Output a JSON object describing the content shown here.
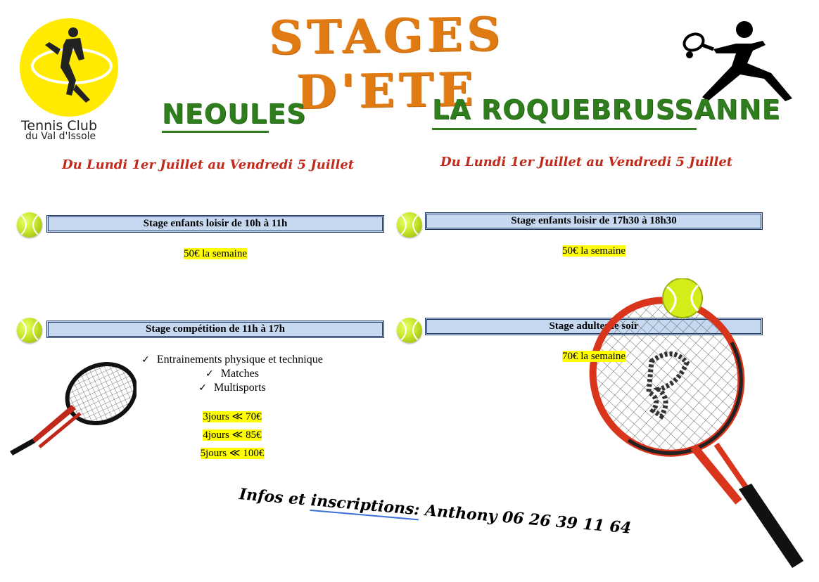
{
  "header": {
    "title": "STAGES D'ETE",
    "logo_line1": "Tennis Club",
    "logo_line2": "du Val d'Issole"
  },
  "left": {
    "town": "NEOULES",
    "dates": "Du Lundi 1er Juillet au Vendredi 5 Juillet",
    "stage1": {
      "label": "Stage enfants loisir de 10h à 11h",
      "price": "50€ la semaine"
    },
    "stage2": {
      "label": "Stage compétition de 11h à 17h",
      "items": [
        "Entrainements physique et technique",
        "Matches",
        "Multisports"
      ],
      "prices": [
        "3jours ≪ 70€",
        "4jours ≪ 85€",
        "5jours ≪ 100€"
      ]
    }
  },
  "right": {
    "town": "LA ROQUEBRUSSANNE",
    "dates": "Du Lundi 1er Juillet au Vendredi 5 Juillet",
    "stage1": {
      "label": "Stage enfants loisir de 17h30 à 18h30",
      "price": "50€ la semaine"
    },
    "stage2": {
      "label": "Stage adultes le soir",
      "price": "70€ la semaine"
    }
  },
  "footer": {
    "infos_prefix": "Infos et ",
    "infos_underlined": "inscriptions:",
    "contact": " Anthony 06 26 39 11 64"
  },
  "colors": {
    "title": "#e07b14",
    "town": "#2f7d1d",
    "dates": "#c12a1a",
    "box_fill": "#c6d9f1",
    "box_border": "#1f3864",
    "highlight": "#ffff00"
  },
  "icons": [
    "tennis-player-logo",
    "tennis-ball-icon",
    "tennis-racket-icon",
    "tennis-player-silhouette-icon"
  ]
}
